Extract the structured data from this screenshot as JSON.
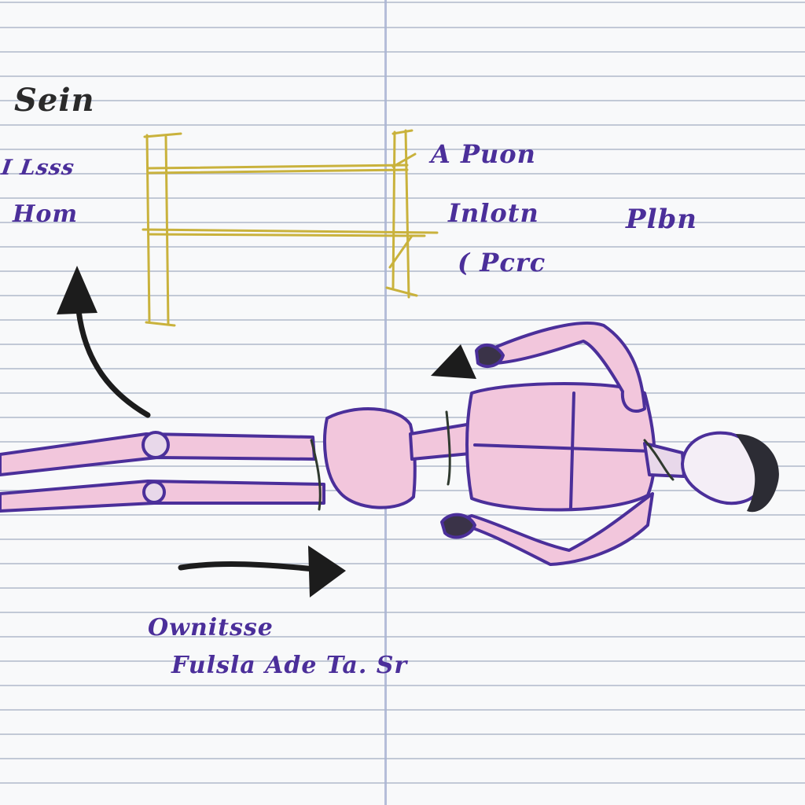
{
  "title": "Sein",
  "notes": {
    "top_left_1": "I Lsss",
    "top_left_2": "Hom",
    "right_1": "A Puon",
    "right_2": "Inlotn",
    "right_3": "Plbn",
    "right_4": "( Pcrc",
    "bottom_1": "Ownitsse",
    "bottom_2": "Fulsla Ade Ta. Sr"
  },
  "colors": {
    "ink": "#4b2f9a",
    "skin": "#f2c6dc",
    "frame": "#c9b23c",
    "arrow": "#1c1c1c",
    "hair": "#2c2c34",
    "paper_line": "#c2c9d6",
    "margin_line": "#a9b4d2"
  }
}
